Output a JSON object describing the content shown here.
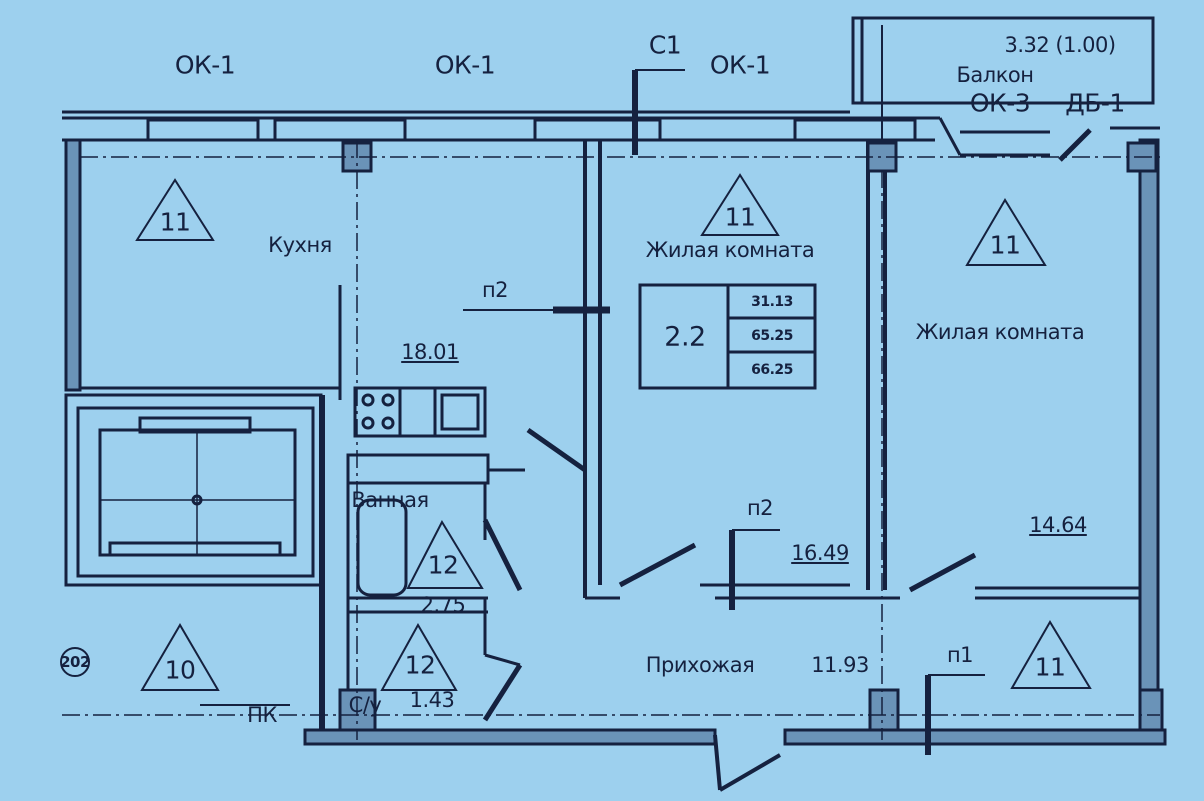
{
  "title": "Floor plan — 2-room apartment",
  "windows": {
    "top_left": "ОК-1",
    "top_middle": "ОК-1",
    "top_right": "ОК-1",
    "section_mark": "С1"
  },
  "balcony": {
    "area": "3.32 (1.00)",
    "label": "Балкон",
    "window": "ОК-3",
    "door": "ДБ-1"
  },
  "rooms": {
    "kitchen": {
      "label": "Кухня",
      "area": "18.01",
      "tag": "11"
    },
    "living1": {
      "label": "Жилая комната",
      "area": "16.49",
      "tag": "11",
      "partition": "п2"
    },
    "living2": {
      "label": "Жилая комната",
      "area": "14.64",
      "tag": "11"
    },
    "bathroom": {
      "label": "Ванная",
      "area": "2.75",
      "tag": "12"
    },
    "wc": {
      "label": "С/у",
      "area": "1.43",
      "tag": "12"
    },
    "hall": {
      "label": "Прихожая",
      "area": "11.93",
      "tag": "11",
      "partition": "п1"
    },
    "stair": {
      "tag": "10",
      "label": "ПК",
      "axis": "202"
    },
    "kitchen_partition": "п2"
  },
  "apartment_table": {
    "type": "2.2",
    "living_area": "31.13",
    "area": "65.25",
    "total_area": "66.25"
  },
  "colors": {
    "background": "#9dd0ee",
    "ink": "#15213f"
  }
}
